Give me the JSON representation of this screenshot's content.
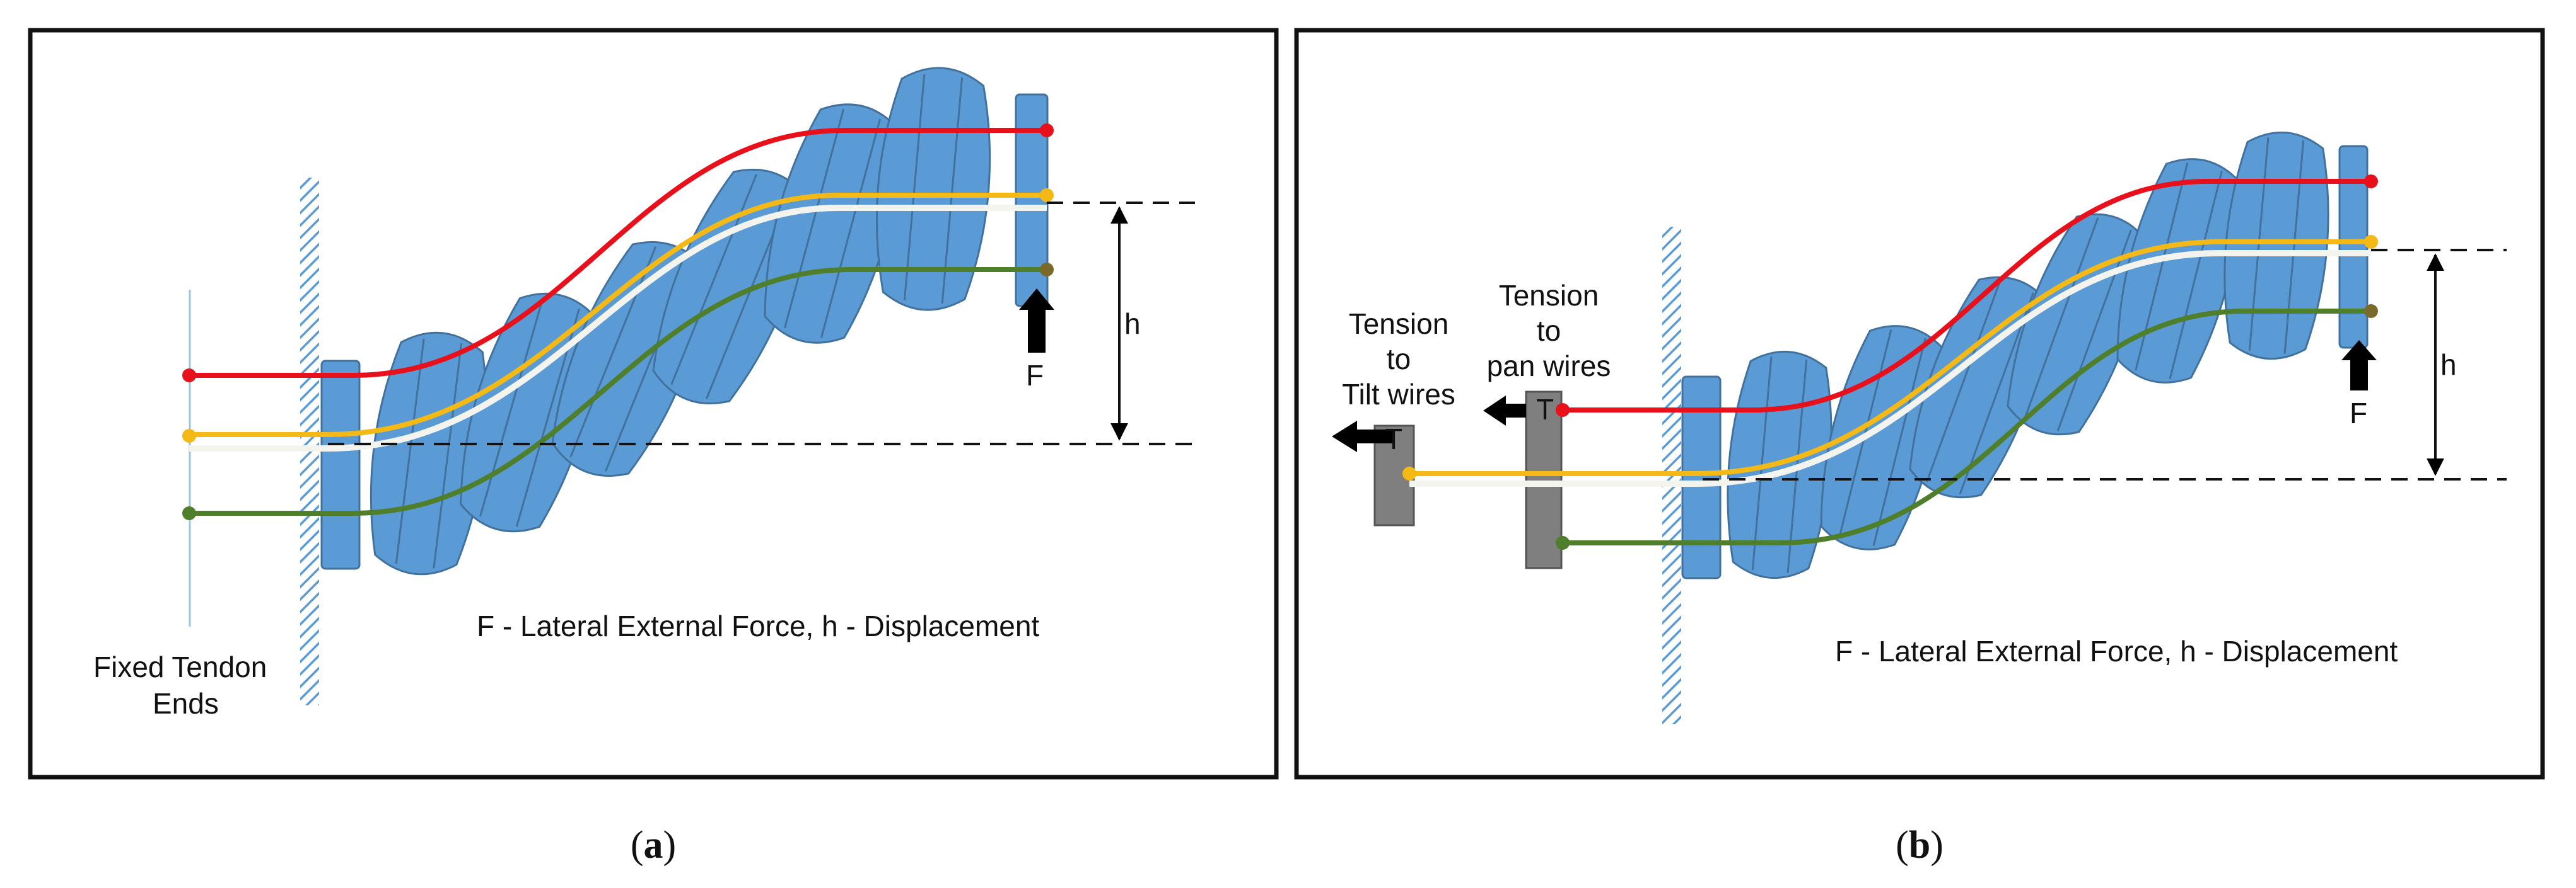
{
  "panels": [
    {
      "id": "a",
      "caption_letter": "a",
      "caption_open": "(",
      "caption_close": ")",
      "labels": {
        "fixed_line1": "Fixed Tendon",
        "fixed_line2": "Ends",
        "h": "h",
        "f": "F",
        "legend": "F - Lateral External Force, h - Displacement"
      }
    },
    {
      "id": "b",
      "caption_letter": "b",
      "caption_open": "(",
      "caption_close": ")",
      "labels": {
        "tilt_line1": "Tension",
        "tilt_line2": "to",
        "tilt_line3": "Tilt wires",
        "pan_line1": "Tension",
        "pan_line2": "to",
        "pan_line3": "pan wires",
        "t1": "T",
        "t2": "T",
        "h": "h",
        "f": "F",
        "legend": "F - Lateral External Force, h - Displacement"
      }
    }
  ],
  "colors": {
    "segment_fill": "#5b9bd5",
    "segment_stroke": "#41719c",
    "red_tendon": "#e8101a",
    "yellow_tendon": "#f5b915",
    "green_tendon": "#4f7f2a",
    "white_core": "#f4f4ee",
    "wall_hatch": "#5b9bd5",
    "tension_block": "#7f7f7f"
  },
  "icons": [
    "up-arrow-icon",
    "left-arrow-icon",
    "hatched-wall-icon"
  ]
}
